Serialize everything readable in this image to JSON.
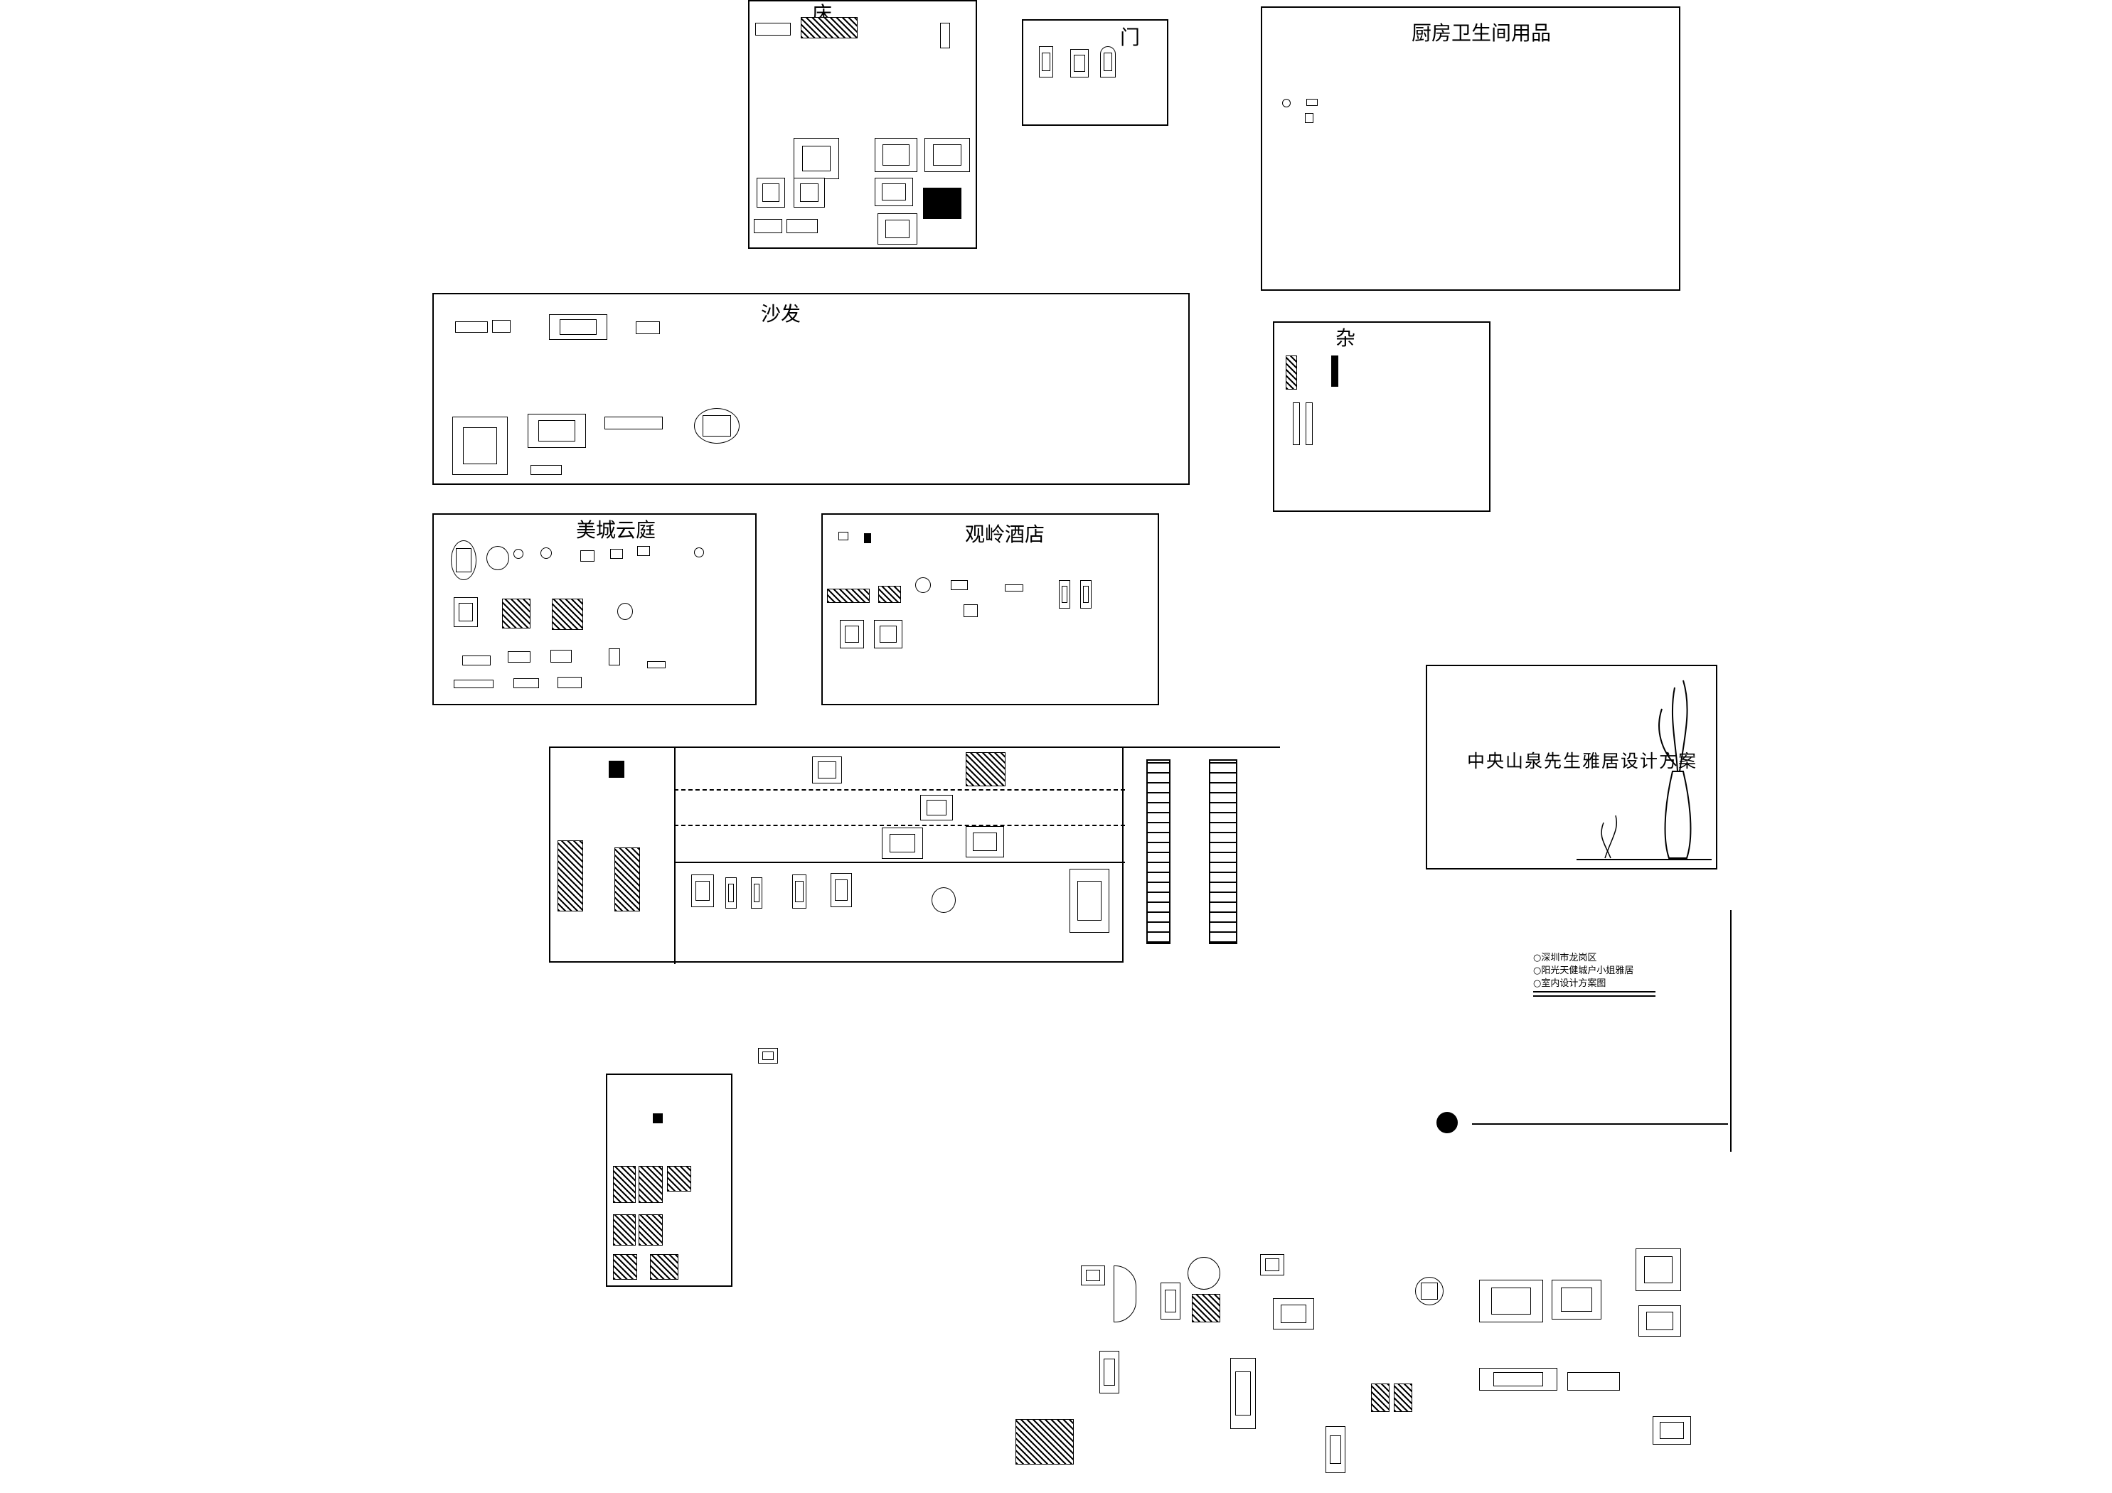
{
  "sheets": {
    "bed": {
      "title": "床"
    },
    "door": {
      "title": "门"
    },
    "kitchen_bath": {
      "title": "厨房卫生间用品"
    },
    "sofa": {
      "title": "沙发"
    },
    "misc": {
      "title": "杂"
    },
    "meicheng": {
      "title": "美城云庭"
    },
    "guanling": {
      "title": "观岭酒店"
    }
  },
  "cover": {
    "title": "中央山泉先生雅居设计方案"
  },
  "title_block": {
    "line1": "○深圳市龙岗区",
    "line2": "○阳光天健城户小姐雅居",
    "line3": "○室内设计方案图"
  },
  "colors": {
    "line": "#000000",
    "background": "#ffffff"
  }
}
